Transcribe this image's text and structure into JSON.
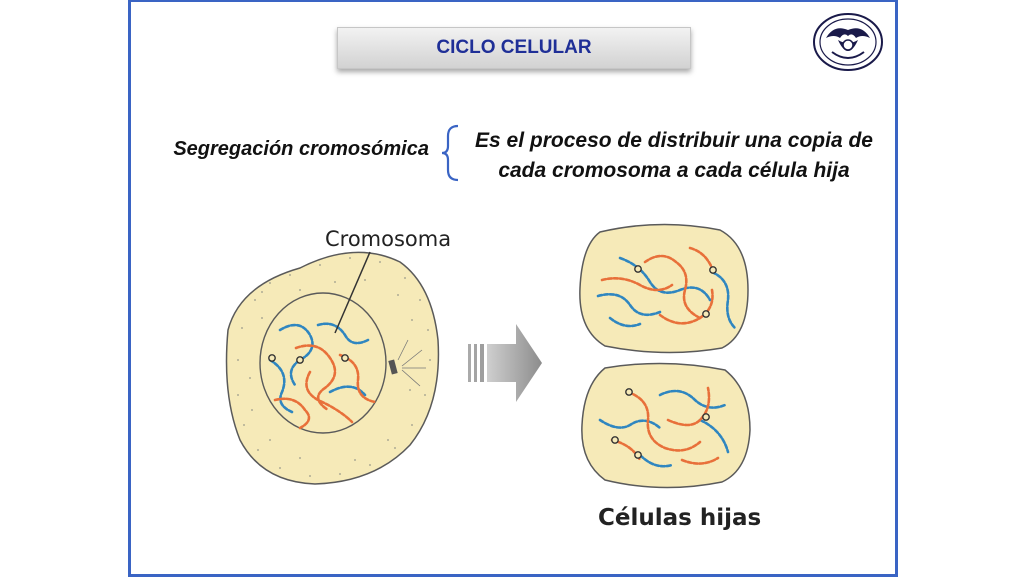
{
  "slide": {
    "title": "CICLO CELULAR",
    "term": "Segregación cromosómica",
    "definition_line1": "Es el proceso de distribuir una copia de",
    "definition_line2": "cada cromosoma a cada célula hija"
  },
  "diagram": {
    "chromosome_label": "Cromosoma",
    "daughter_cells_label": "Células hijas"
  },
  "colors": {
    "frame": "#3a64c4",
    "title_text": "#1f2f97",
    "cytoplasm": "#f6eab8",
    "chromosome_blue": "#2f86c0",
    "chromosome_orange": "#e8703a",
    "arrow": "#9a9a9a"
  },
  "icons": {
    "logo": "university-seal-icon",
    "arrow": "right-arrow-icon"
  }
}
